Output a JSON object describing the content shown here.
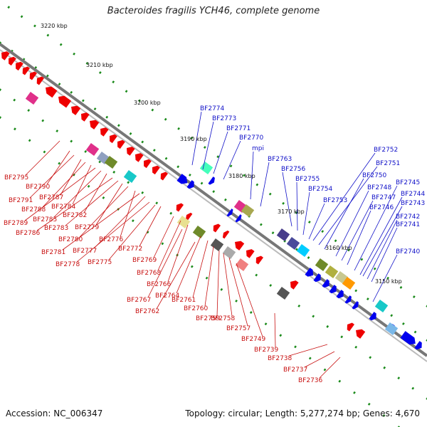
{
  "title": "Bacteroides fragilis YCH46, complete genome",
  "footer": {
    "accession": "Accession: NC_006347",
    "topology": "Topology: circular; Length: 5,277,274 bp; Genes: 4,670"
  },
  "colors": {
    "backbone": "#777777",
    "forward_gene": "#0000ee",
    "reverse_gene": "#ee0000",
    "forward_label": "#1010c8",
    "reverse_label": "#c81010",
    "tick": "#1a8a1a"
  },
  "ticks": [
    "3220 kbp",
    "3210 kbp",
    "3200 kbp",
    "3190 kbp",
    "3180 kbp",
    "3170 kbp",
    "3160 kbp",
    "3150 kbp"
  ],
  "forward_labels": [
    "BF2774",
    "BF2773",
    "BF2771",
    "BF2770",
    "mpi",
    "BF2763",
    "BF2756",
    "BF2755",
    "BF2754",
    "BF2753",
    "BF2752",
    "BF2751",
    "BF2750",
    "BF2748",
    "BF2747",
    "BF2746",
    "BF2745",
    "BF2744",
    "BF2743",
    "BF2742",
    "BF2741",
    "BF2740"
  ],
  "reverse_labels": [
    "BF2795",
    "BF2790",
    "BF2791",
    "BF2787",
    "BF2788",
    "BF2784",
    "BF2789",
    "BF2785",
    "BF2782",
    "BF2786",
    "BF2783",
    "BF2779",
    "BF2780",
    "BF2776",
    "BF2781",
    "BF2777",
    "BF2772",
    "BF2778",
    "BF2775",
    "BF2769",
    "BF2768",
    "BF2766",
    "BF2767",
    "BF2764",
    "BF2761",
    "BF2762",
    "BF2760",
    "BF2759",
    "BF2758",
    "BF2757",
    "BF2749",
    "BF2739",
    "BF2738",
    "BF2737",
    "BF2736"
  ]
}
